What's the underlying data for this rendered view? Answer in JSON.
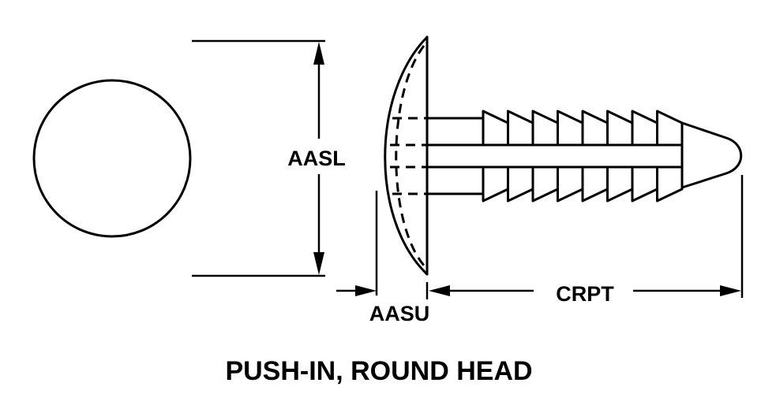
{
  "diagram": {
    "title": "PUSH-IN, ROUND HEAD",
    "labels": {
      "head_diameter": "AASL",
      "head_thickness": "AASU",
      "shank_length": "CRPT"
    },
    "views": [
      "top-view-circle",
      "side-view-fastener"
    ],
    "rib_count": 8,
    "colors": {
      "line": "#000000",
      "background": "#ffffff"
    }
  }
}
